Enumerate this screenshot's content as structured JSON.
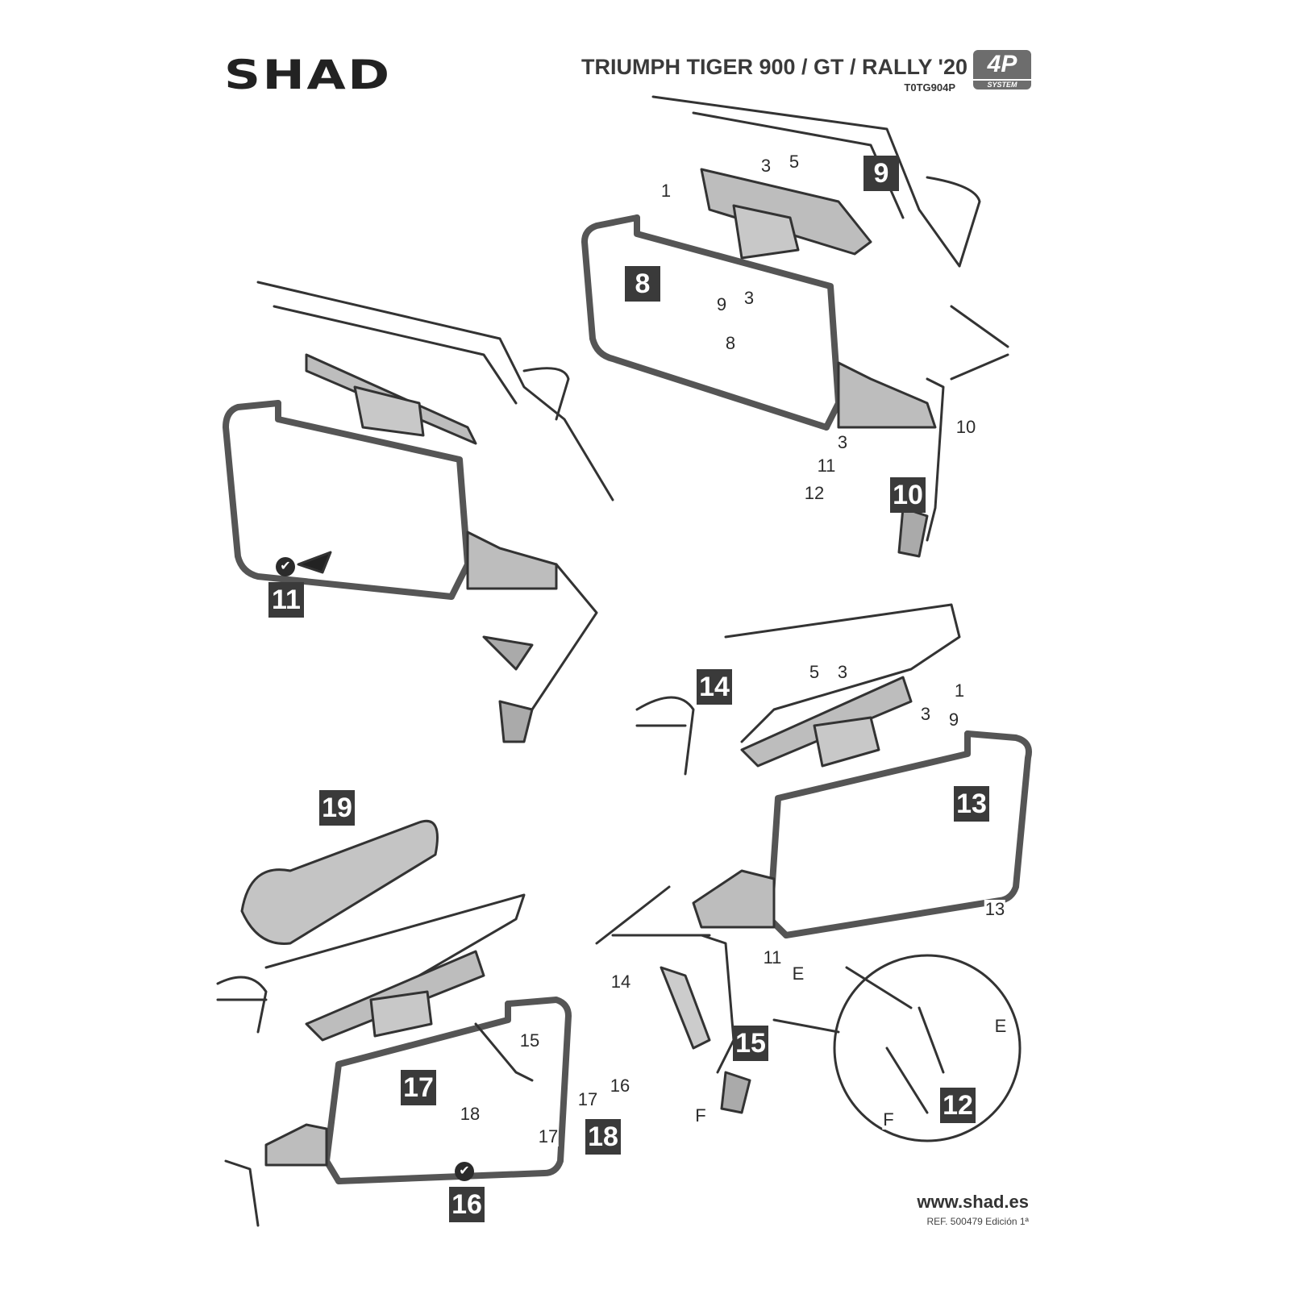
{
  "header": {
    "brand": "SHAD",
    "title": "TRIUMPH TIGER 900 / GT / RALLY '20",
    "code": "T0TG904P",
    "system_badge": {
      "main": "4P",
      "sub": "SYSTEM"
    }
  },
  "panels": [
    {
      "id": "step-8-10",
      "badges": [
        "9",
        "8",
        "10"
      ],
      "parts": [
        "1",
        "3",
        "5",
        "9",
        "3",
        "8",
        "10",
        "3",
        "11",
        "12"
      ]
    },
    {
      "id": "step-11",
      "badges": [
        "11"
      ],
      "parts": []
    },
    {
      "id": "step-12-15",
      "badges": [
        "14",
        "13",
        "15",
        "12"
      ],
      "parts": [
        "5",
        "3",
        "1",
        "3",
        "9",
        "13",
        "11",
        "E",
        "14",
        "F",
        "E",
        "F"
      ]
    },
    {
      "id": "step-16-19",
      "badges": [
        "19",
        "17",
        "18",
        "16"
      ],
      "parts": [
        "15",
        "16",
        "17",
        "18",
        "17"
      ]
    }
  ],
  "icons": {
    "check": "check-circle-icon",
    "arrow": "push-arrow-icon"
  },
  "footer": {
    "url": "www.shad.es",
    "ref": "REF. 500479 Edición 1ª"
  }
}
